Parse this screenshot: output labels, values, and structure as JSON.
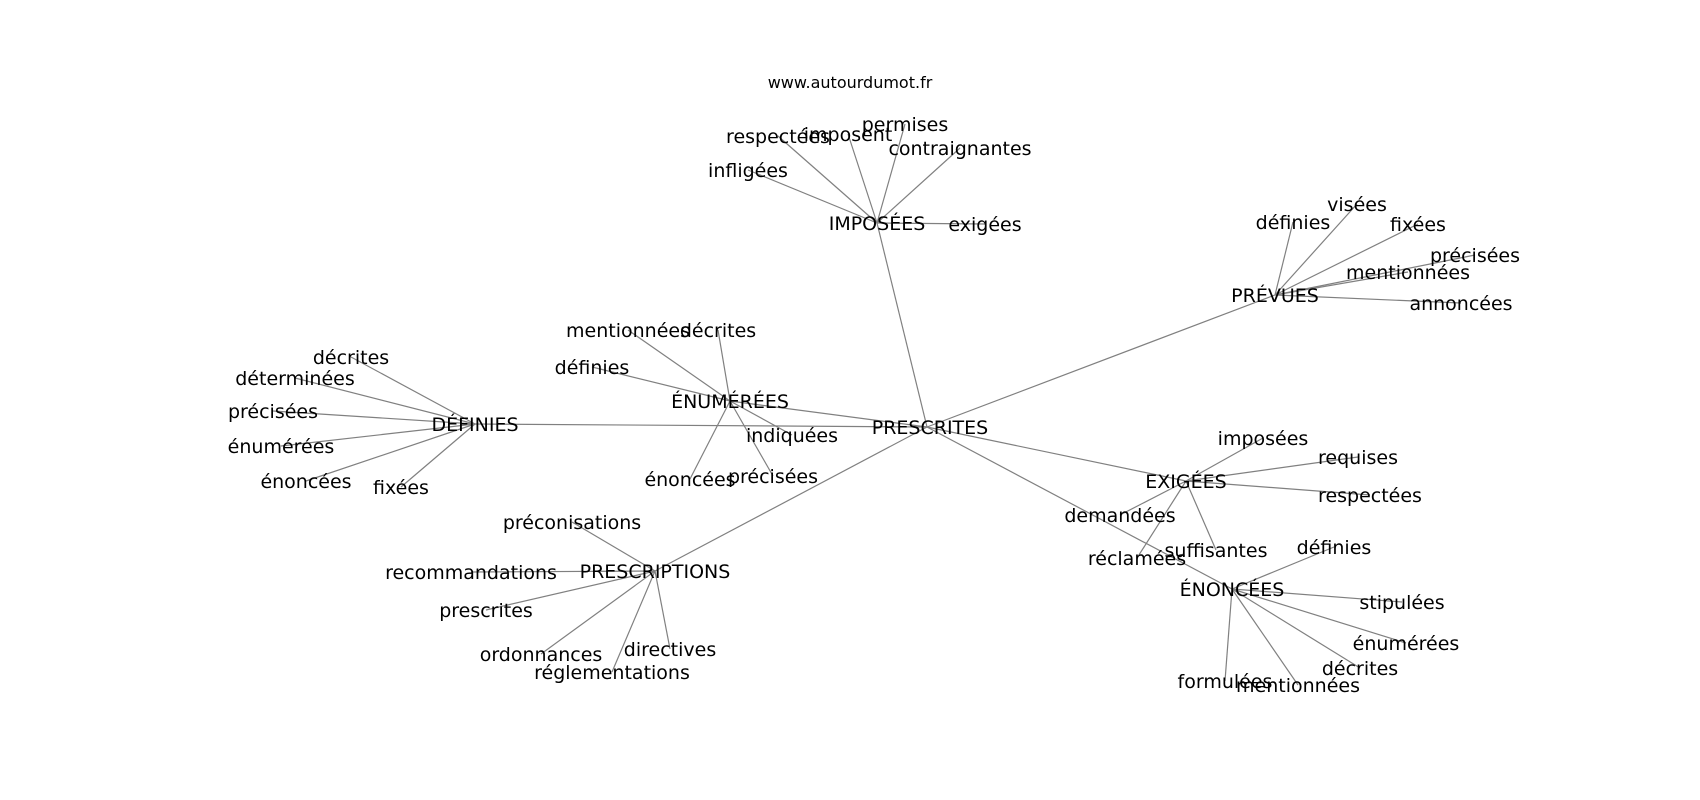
{
  "credit": "www.autourdumot.fr",
  "center": "PRESCRITES",
  "hubs": [
    {
      "label": "IMPOSÉES",
      "leaves": [
        "infligées",
        "respectées",
        "imposent",
        "permises",
        "contraignantes",
        "exigées"
      ]
    },
    {
      "label": "PRÉVUES",
      "leaves": [
        "définies",
        "visées",
        "fixées",
        "précisées",
        "mentionnées",
        "annoncées"
      ]
    },
    {
      "label": "ÉNUMÉRÉES",
      "leaves": [
        "mentionnées",
        "décrites",
        "définies",
        "indiquées",
        "précisées",
        "énoncées"
      ]
    },
    {
      "label": "DÉFINIES",
      "leaves": [
        "décrites",
        "déterminées",
        "précisées",
        "énumérées",
        "énoncées",
        "fixées"
      ]
    },
    {
      "label": "EXIGÉES",
      "leaves": [
        "imposées",
        "requises",
        "respectées",
        "demandées",
        "réclamées",
        "suffisantes"
      ]
    },
    {
      "label": "PRESCRIPTIONS",
      "leaves": [
        "préconisations",
        "recommandations",
        "prescrites",
        "ordonnances",
        "réglementations",
        "directives"
      ]
    },
    {
      "label": "ÉNONCÉES",
      "leaves": [
        "définies",
        "stipulées",
        "énumérées",
        "décrites",
        "mentionnées",
        "formulées"
      ]
    }
  ]
}
